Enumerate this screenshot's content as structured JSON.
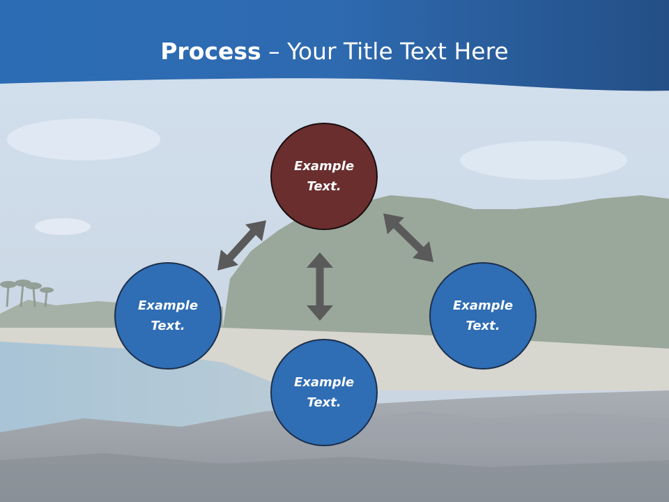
{
  "slide": {
    "title_bold": "Process",
    "title_rest": " – Your Title Text Here"
  },
  "nodes": [
    {
      "id": "top",
      "text": "Example Text.",
      "color": "#6a2e2e"
    },
    {
      "id": "left",
      "text": "Example Text.",
      "color": "#2f6db4"
    },
    {
      "id": "bottom",
      "text": "Example Text.",
      "color": "#2f6db4"
    },
    {
      "id": "right",
      "text": "Example Text.",
      "color": "#2f6db4"
    }
  ],
  "colors": {
    "header": "#2c63a3",
    "arrow": "#5a5a5a"
  }
}
